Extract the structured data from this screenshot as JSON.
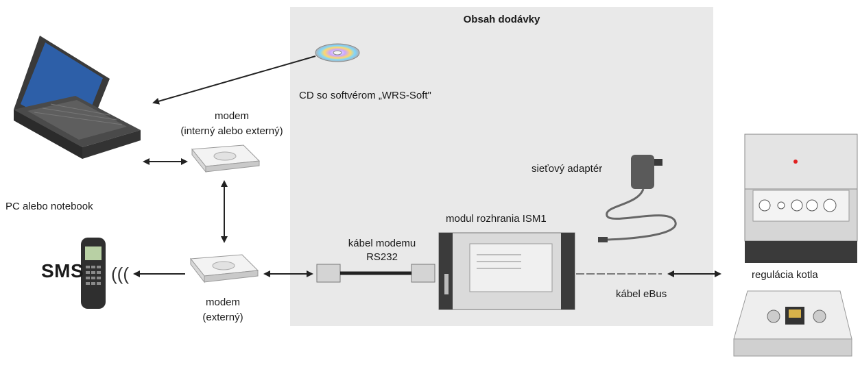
{
  "delivery_box": {
    "title": "Obsah dodávky"
  },
  "labels": {
    "cd": "CD so softvérom „WRS-Soft\"",
    "modem_internal_l1": "modem",
    "modem_internal_l2": "(interný alebo externý)",
    "pc": "PC alebo notebook",
    "adapter": "sieťový adaptér",
    "ism1": "modul rozhrania ISM1",
    "modem_cable_l1": "kábel modemu",
    "modem_cable_l2": "RS232",
    "sms": "SMS",
    "modem_external_l1": "modem",
    "modem_external_l2": "(externý)",
    "ebus": "kábel eBus",
    "boiler": "regulácia kotla"
  },
  "icons": {
    "laptop": "laptop-icon",
    "cd": "cd-icon",
    "modem_internal": "modem-icon",
    "modem_external": "modem-icon",
    "phone": "mobile-phone-icon",
    "adapter": "power-adapter-icon",
    "cable": "serial-cable-icon",
    "module": "interface-module-icon",
    "boiler_control": "boiler-controller-icon",
    "boiler_panel": "control-panel-icon"
  }
}
